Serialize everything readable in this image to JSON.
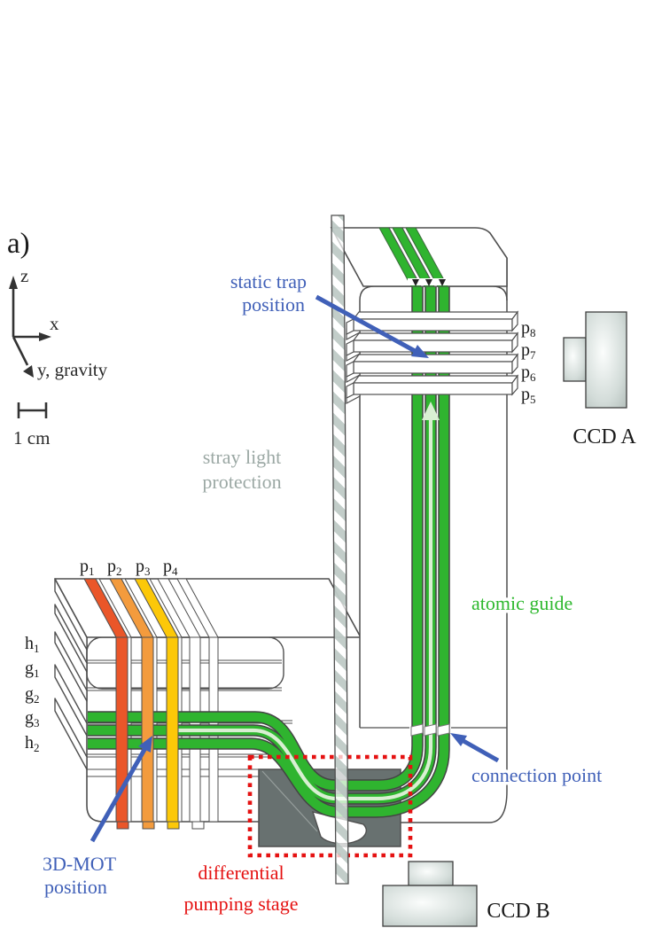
{
  "panel_label": "a)",
  "axes": {
    "z_label": "z",
    "x_label": "x",
    "y_label": "y, gravity"
  },
  "scale_bar_label": "1 cm",
  "annotations": {
    "static_trap_line1": "static trap",
    "static_trap_line2": "position",
    "stray_light_line1": "stray light",
    "stray_light_line2": "protection",
    "atomic_guide": "atomic guide",
    "connection_point": "connection point",
    "mot_line1": "3D-MOT",
    "mot_line2": "position",
    "pumping_line1": "differential",
    "pumping_line2": "pumping stage",
    "ccd_a": "CCD A",
    "ccd_b": "CCD B"
  },
  "wires": {
    "right_column": [
      {
        "base": "p",
        "sub": "8"
      },
      {
        "base": "p",
        "sub": "7"
      },
      {
        "base": "p",
        "sub": "6"
      },
      {
        "base": "p",
        "sub": "5"
      }
    ],
    "left_top": [
      {
        "base": "p",
        "sub": "1"
      },
      {
        "base": "p",
        "sub": "2"
      },
      {
        "base": "p",
        "sub": "3"
      },
      {
        "base": "p",
        "sub": "4"
      }
    ],
    "left_side": [
      {
        "base": "h",
        "sub": "1"
      },
      {
        "base": "g",
        "sub": "1"
      },
      {
        "base": "g",
        "sub": "2"
      },
      {
        "base": "g",
        "sub": "3"
      },
      {
        "base": "h",
        "sub": "2"
      }
    ]
  },
  "colors": {
    "guide_green": "#2fb42f",
    "pale_atom_path": "#d9efd2",
    "wire_p1_red": "#ea5629",
    "wire_p2_orange": "#f39b3d",
    "wire_p3_yellow": "#fcc808",
    "annotation_blue": "#4060b8",
    "annotation_red": "#e51212",
    "annotation_gray": "#9ba8a4",
    "pumping_block_gray": "#687170",
    "glass_hatch": "#b7c4c0",
    "outline": "#4f4f4f"
  }
}
